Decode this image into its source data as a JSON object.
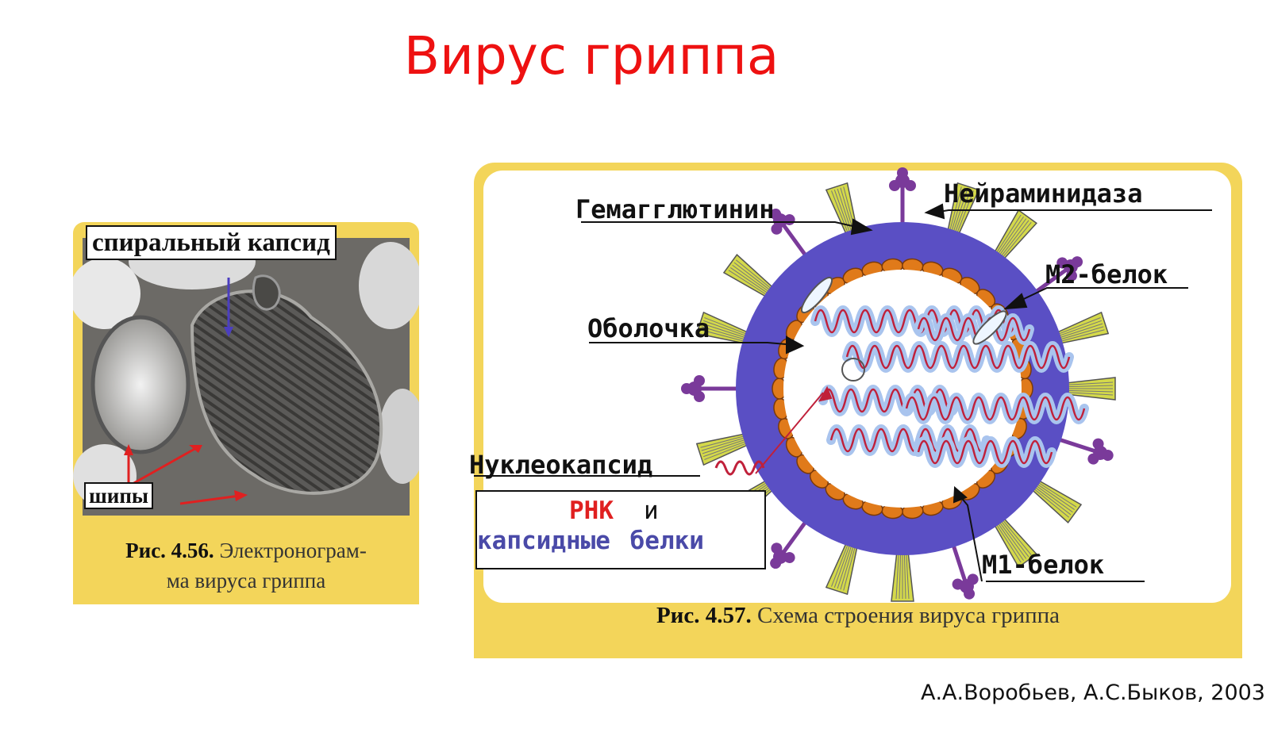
{
  "slide": {
    "title": "Вирус гриппа",
    "credit": "А.А.Воробьев, А.С.Быков, 2003"
  },
  "figure_electronogram": {
    "label_capsid": "спиральный капсид",
    "label_spikes": "шипы",
    "caption_bold": "Рис. 4.56.",
    "caption_line1": "Электронограм-",
    "caption_line2": "ма вируса гриппа"
  },
  "figure_scheme": {
    "label_hemagglutinin": "Гемагглютинин",
    "label_neuraminidase": "Нейраминидаза",
    "label_m2": "М2-белок",
    "label_envelope": "Оболочка",
    "label_nucleocapsid": "Нуклеокапсид",
    "label_rna": "РНК",
    "label_and": "и",
    "label_capsid_proteins": "капсидные белки",
    "label_m1": "М1-белок",
    "caption_bold": "Рис. 4.57.",
    "caption_text": "Схема строения вируса гриппа"
  },
  "colors": {
    "title": "#ee1111",
    "frame": "#f3d55a",
    "envelope": "#5a4fc4",
    "matrix_beads": "#e07a1a",
    "rna": "#c0203a",
    "spike_ha": "#d4d94a",
    "spike_na": "#7a3a9a"
  }
}
